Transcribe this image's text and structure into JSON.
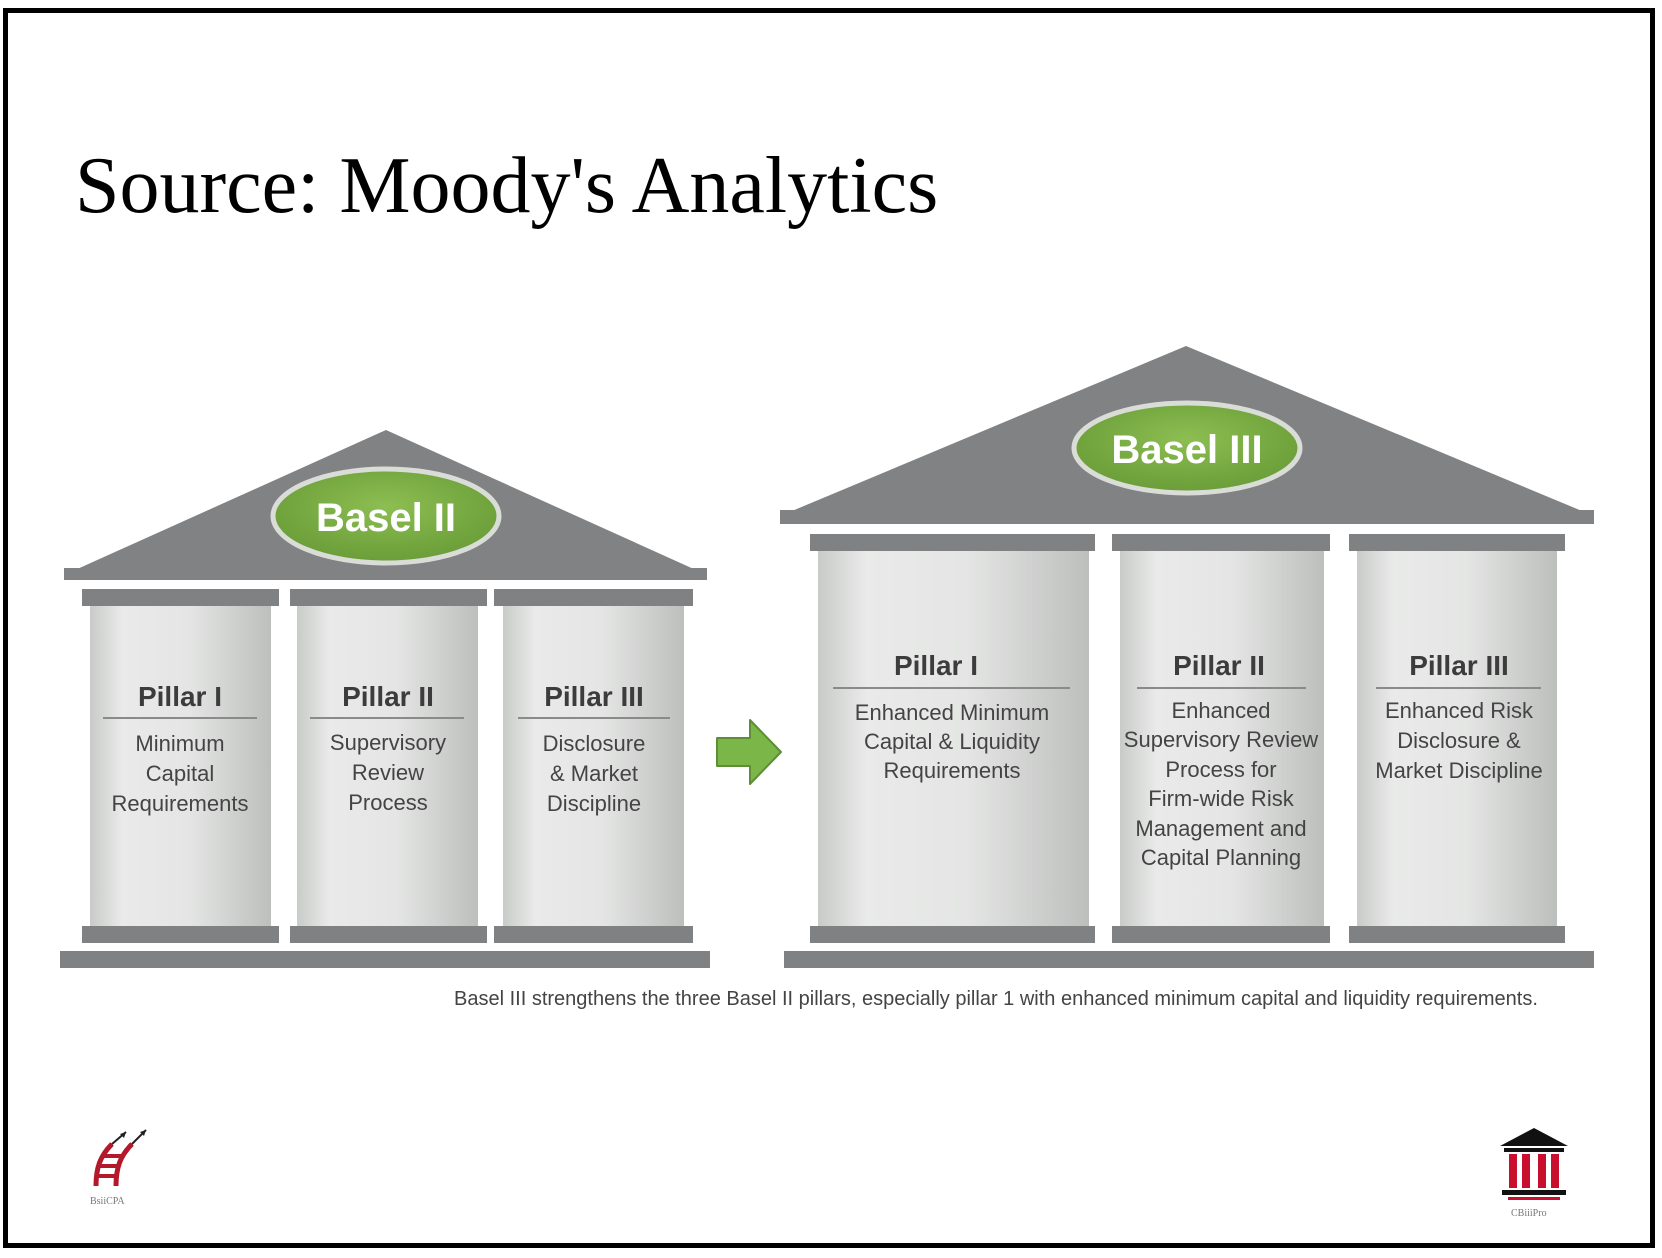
{
  "slide": {
    "title": "Source: Moody's Analytics"
  },
  "basel2": {
    "label": "Basel II",
    "pillars": [
      {
        "title": "Pillar I",
        "lines": [
          "Minimum",
          "Capital",
          "Requirements"
        ]
      },
      {
        "title": "Pillar II",
        "lines": [
          "Supervisory",
          "Review",
          "Process"
        ]
      },
      {
        "title": "Pillar III",
        "lines": [
          "Disclosure",
          "& Market",
          "Discipline"
        ]
      }
    ]
  },
  "basel3": {
    "label": "Basel III",
    "pillars": [
      {
        "title": "Pillar I",
        "lines": [
          "Enhanced Minimum",
          "Capital & Liquidity",
          "Requirements"
        ]
      },
      {
        "title": "Pillar II",
        "lines": [
          "Enhanced",
          "Supervisory Review",
          "Process for",
          "Firm-wide Risk",
          "Management and",
          "Capital Planning"
        ]
      },
      {
        "title": "Pillar III",
        "lines": [
          "Enhanced Risk",
          "Disclosure &",
          "Market Discipline"
        ]
      }
    ]
  },
  "caption": "Basel III strengthens the three Basel II pillars, especially pillar 1 with enhanced minimum capital and liquidity requirements.",
  "logos": {
    "left_label": "BsiiCPA",
    "right_label": "CBiiiPro"
  },
  "colors": {
    "roof": "#808283",
    "ellipse_fill": "#78a842",
    "ellipse_stroke": "#d9dbd6",
    "arrow": "#7ab648",
    "text": "#3c3c3c"
  }
}
